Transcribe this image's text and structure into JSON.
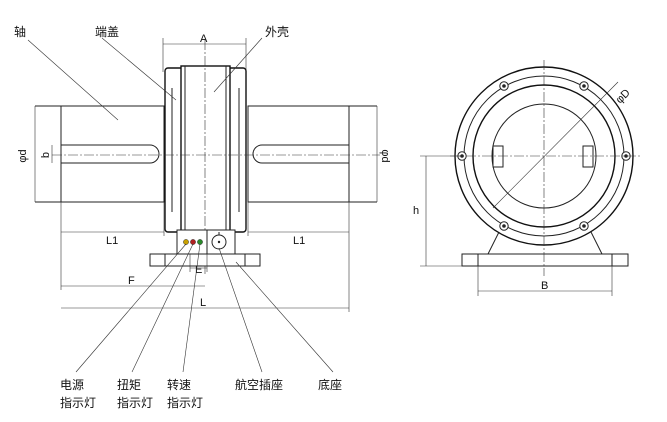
{
  "callouts": {
    "shaft": "轴",
    "end_cover": "端盖",
    "housing": "外壳"
  },
  "dimensions": {
    "A": "A",
    "b": "b",
    "d_left": "φd",
    "d_right": "φd",
    "L1_left": "L1",
    "L1_right": "L1",
    "E": "E",
    "F": "F",
    "L": "L",
    "h": "h",
    "B": "B",
    "D": "φD"
  },
  "bottom_labels": {
    "power": [
      "电源",
      "指示灯"
    ],
    "torque": [
      "扭矩",
      "指示灯"
    ],
    "speed": [
      "转速",
      "指示灯"
    ],
    "aviation_socket": "航空插座",
    "base": "底座"
  },
  "colors": {
    "line": "#222222",
    "background": "#ffffff",
    "power_led": "#c8a000",
    "torque_led": "#b02020",
    "speed_led": "#2a8a2a"
  }
}
